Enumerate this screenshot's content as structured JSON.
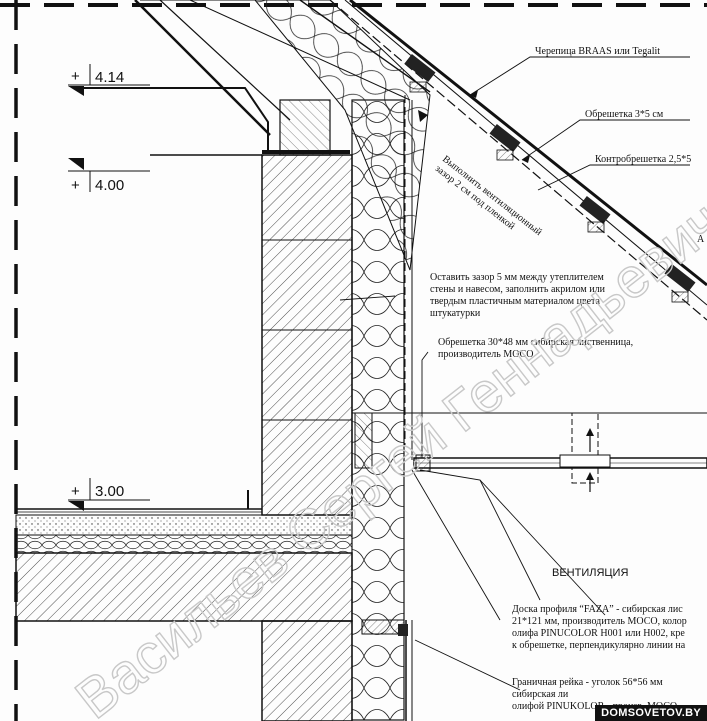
{
  "levels": {
    "l414": "4.14",
    "l400": "4.00",
    "l300": "3.00",
    "plus": "+"
  },
  "labels": {
    "tile": "Черепица BRAAS или Tegalit",
    "batten": "Обрешетка 3*5 см",
    "counter_batten": "Контробрешетка 2,5*5",
    "letter_a": "А",
    "vent_gap_1": "Выполнить вентиляционный",
    "vent_gap_2": "зазор 2 см под пленкой",
    "gap5_1": "Оставить зазор 5 мм между утеплителем",
    "gap5_2": "стены и навесом, заполнить акрилом или",
    "gap5_3": "твердым пластичным материалом цвета",
    "gap5_4": "штукатурки",
    "lath_1": "Обрешетка 30*48 мм сибирская лиственница,",
    "lath_2": "производитель МОСО",
    "ventilation": "ВЕНТИЛЯЦИЯ",
    "faza_1": "Доска профиля “FAZA” - сибирская лис",
    "faza_2": "21*121 мм, производитель МОСО, колор",
    "faza_3": "олифа PINUCOLOR H001 или H002, кре",
    "faza_4": "к обрешетке, перпендикулярно линии на",
    "border_1": "Граничная рейка - уголок 56*56 мм",
    "border_2": "сибирская ли",
    "border_3": "олифой PINUKOLOR - произв. МОСО"
  },
  "watermark": "Васильев Сергей Геннадьевич",
  "site_badge": "DOMSOVETOV.BY"
}
